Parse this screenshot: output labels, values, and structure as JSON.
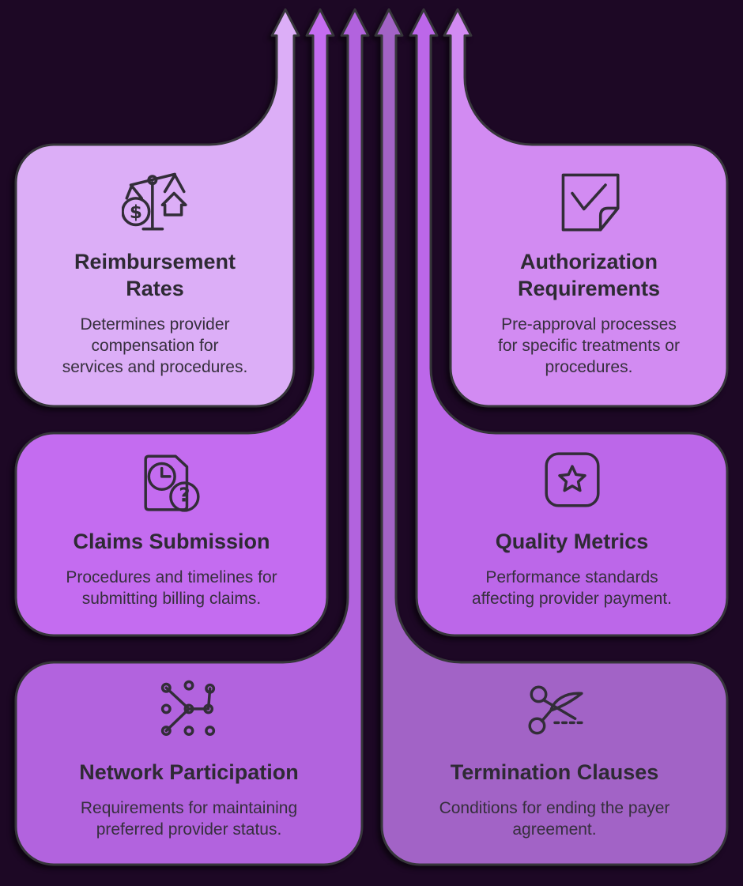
{
  "canvas": {
    "background_color": "#1d0825",
    "outline_color": "#36363a",
    "title_color": "#2e2a34",
    "description_color": "#362f3d",
    "arrow_count": 6
  },
  "cards": [
    {
      "id": "reimbursement-rates",
      "title": "Reimbursement\nRates",
      "description": "Determines provider\ncompensation for\nservices and procedures.",
      "color": "#dcaef7",
      "icon": "balance-scale-dollar-icon",
      "position": "top-left"
    },
    {
      "id": "authorization-requirements",
      "title": "Authorization\nRequirements",
      "description": "Pre-approval processes\nfor specific treatments or\nprocedures.",
      "color": "#d28bf2",
      "icon": "document-check-icon",
      "position": "top-right"
    },
    {
      "id": "claims-submission",
      "title": "Claims Submission",
      "description": "Procedures and timelines for\nsubmitting billing claims.",
      "color": "#c46cf0",
      "icon": "document-clock-question-icon",
      "position": "middle-left"
    },
    {
      "id": "quality-metrics",
      "title": "Quality Metrics",
      "description": "Performance standards\naffecting provider payment.",
      "color": "#bc67e9",
      "icon": "star-badge-icon",
      "position": "middle-right"
    },
    {
      "id": "network-participation",
      "title": "Network Participation",
      "description": "Requirements for maintaining\npreferred provider status.",
      "color": "#b263de",
      "icon": "network-nodes-icon",
      "position": "bottom-left"
    },
    {
      "id": "termination-clauses",
      "title": "Termination Clauses",
      "description": "Conditions for ending the payer\nagreement.",
      "color": "#a263c6",
      "icon": "scissors-cut-icon",
      "position": "bottom-right"
    }
  ]
}
